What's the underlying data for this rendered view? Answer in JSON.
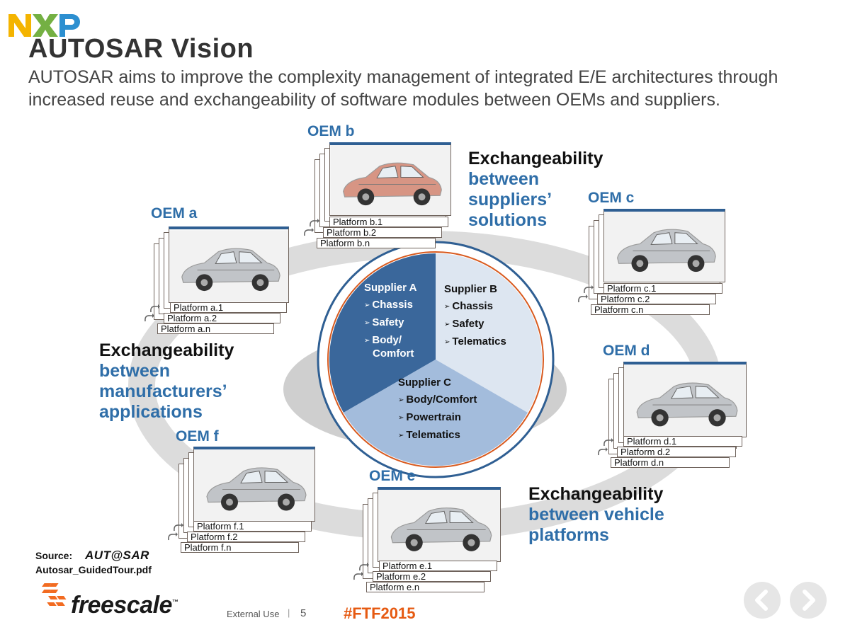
{
  "header": {
    "title": "AUTOSAR Vision",
    "subtitle": "AUTOSAR aims to improve the complexity management of integrated E/E architectures through increased reuse and exchangeability of software modules between OEMs and suppliers.",
    "logo_text": "NXP"
  },
  "oems": {
    "a": {
      "label": "OEM a",
      "platforms": [
        "Platform a.1",
        "Platform a.2",
        "Platform a.n"
      ]
    },
    "b": {
      "label": "OEM b",
      "platforms": [
        "Platform b.1",
        "Platform b.2",
        "Platform b.n"
      ]
    },
    "c": {
      "label": "OEM c",
      "platforms": [
        "Platform c.1",
        "Platform c.2",
        "Platform c.n"
      ]
    },
    "d": {
      "label": "OEM d",
      "platforms": [
        "Platform d.1",
        "Platform d.2",
        "Platform d.n"
      ]
    },
    "e": {
      "label": "OEM e",
      "platforms": [
        "Platform e.1",
        "Platform e.2",
        "Platform e.n"
      ]
    },
    "f": {
      "label": "OEM f",
      "platforms": [
        "Platform f.1",
        "Platform f.2",
        "Platform f.n"
      ]
    }
  },
  "exchangeability": {
    "suppliers": {
      "title": "Exchangeability",
      "body": [
        "between",
        "suppliers’",
        "solutions"
      ]
    },
    "manufacturers": {
      "title": "Exchangeability",
      "body": [
        "between",
        "manufacturers’",
        "applications"
      ]
    },
    "platforms": {
      "title": "Exchangeability",
      "body": [
        "between vehicle",
        "platforms"
      ]
    }
  },
  "suppliers": {
    "a": {
      "name": "Supplier A",
      "items": [
        "Chassis",
        "Safety",
        "Body/",
        "Comfort"
      ]
    },
    "b": {
      "name": "Supplier B",
      "items": [
        "Chassis",
        "Safety",
        "Telematics"
      ]
    },
    "c": {
      "name": "Supplier C",
      "items": [
        "Body/Comfort",
        "Powertrain",
        "Telematics"
      ]
    }
  },
  "source": {
    "label": "Source:",
    "logo_text": "AUT@SAR",
    "file": "Autosar_GuidedTour.pdf"
  },
  "footer": {
    "brand": "freescale",
    "brand_tm": "™",
    "classification": "External Use",
    "separator": "|",
    "page_number": "5",
    "hashtag": "#FTF2015"
  },
  "colors": {
    "accent_blue": "#2f6ea8",
    "supplier_a": "#3a679b",
    "supplier_b": "#dde6f1",
    "supplier_c": "#a3bcdc",
    "orange": "#e65a12",
    "ring": "#d9d9d9"
  }
}
